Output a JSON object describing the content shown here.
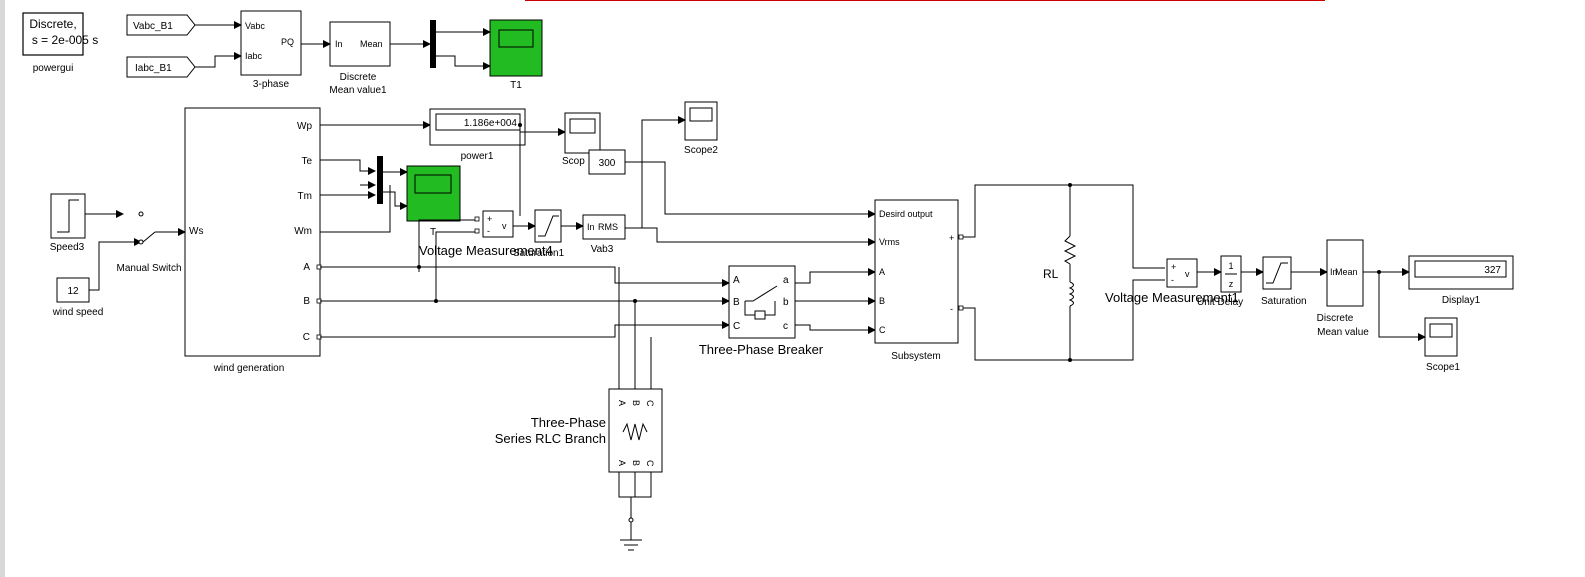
{
  "powergui": {
    "line1": "Discrete,",
    "line2": "s = 2e-005 s",
    "name": "powergui"
  },
  "goto_vabc": "Vabc_B1",
  "goto_iabc": "Iabc_B1",
  "pq": {
    "in1": "Vabc",
    "in2": "Iabc",
    "out": "PQ",
    "name": "3-phase"
  },
  "mean1": {
    "in": "In",
    "out": "Mean",
    "name1": "Discrete",
    "name2": "Mean value1"
  },
  "t1": {
    "name": "T1"
  },
  "wind": {
    "ports_out": [
      "Wp",
      "Te",
      "Tm",
      "Wm",
      "A",
      "B",
      "C"
    ],
    "port_in": "Ws",
    "name": "wind generation"
  },
  "speed3": "Speed3",
  "manual_switch": "Manual Switch",
  "wind_speed": {
    "value": "12",
    "name": "wind speed"
  },
  "power1": {
    "value": "1.186e+004",
    "name": "power1"
  },
  "scope_small": "Scop",
  "const300": "300",
  "scope2": "Scope2",
  "scope_t": "T",
  "vm4": {
    "name": "Voltage Measurement4",
    "plus": "+",
    "minus": "-",
    "v": "v"
  },
  "saturation1": "Saturation1",
  "rms": {
    "in": "In",
    "out": "RMS",
    "name": "Vab3"
  },
  "subsystem": {
    "in1": "Desird output",
    "in2": "Vrms",
    "a": "A",
    "b": "B",
    "c": "C",
    "plus": "+",
    "minus": "-",
    "name": "Subsystem"
  },
  "breaker": {
    "a": "A",
    "b": "B",
    "c": "C",
    "a2": "a",
    "b2": "b",
    "c2": "c",
    "name": "Three-Phase Breaker"
  },
  "rlc": {
    "name1": "Three-Phase",
    "name2": "Series RLC Branch",
    "top": [
      "A",
      "B",
      "C"
    ],
    "bot": [
      "A",
      "B",
      "C"
    ]
  },
  "rl": "RL",
  "vm1": {
    "name": "Voltage Measurement1",
    "v": "v"
  },
  "unit_delay": {
    "num": "1",
    "den": "z",
    "name": "Unit Delay"
  },
  "saturation": "Saturation",
  "mean_value": {
    "in": "In",
    "out": "Mean",
    "name1": "Discrete",
    "name2": "Mean value"
  },
  "display1": {
    "value": "327",
    "name": "Display1"
  },
  "scope1": "Scope1"
}
